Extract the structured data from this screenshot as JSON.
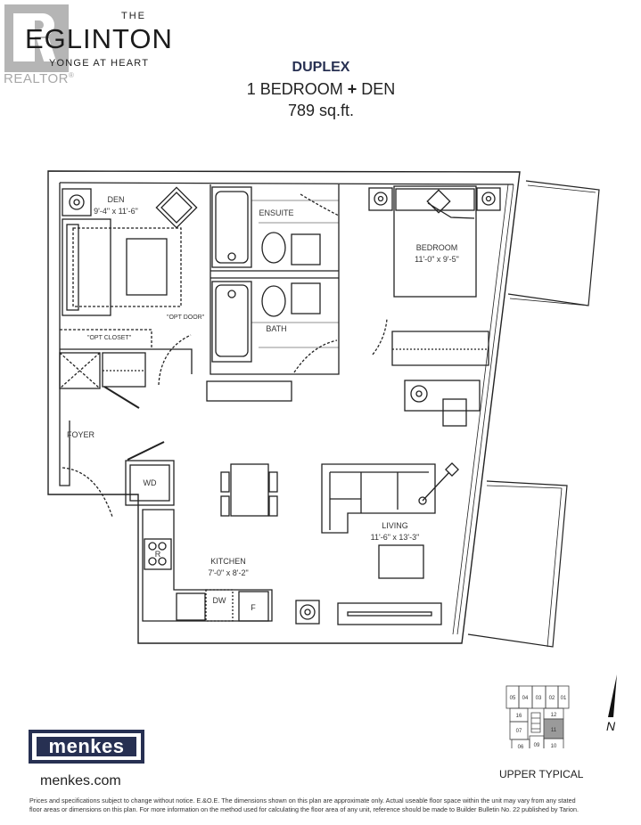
{
  "header": {
    "realtor_logo_text": "REALTOR",
    "realtor_mark": "®",
    "brand_prefix": "THE",
    "brand_name": "EGLINTON",
    "brand_tagline": "YONGE AT HEART"
  },
  "unit": {
    "type": "DUPLEX",
    "bedrooms": "1 BEDROOM",
    "plus": "+",
    "den": "DEN",
    "area": "789 sq.ft."
  },
  "rooms": {
    "den": {
      "name": "DEN",
      "size": "9'-4\" x 11'-6\""
    },
    "ensuite": {
      "name": "ENSUITE"
    },
    "bath": {
      "name": "BATH"
    },
    "bedroom": {
      "name": "BEDROOM",
      "size": "11'-0\" x 9'-5\""
    },
    "foyer": {
      "name": "FOYER"
    },
    "kitchen": {
      "name": "KITCHEN",
      "size": "7'-0\" x 8'-2\""
    },
    "living": {
      "name": "LIVING",
      "size": "11'-6\" x 13'-3\""
    }
  },
  "fixtures": {
    "washer_dryer": "WD",
    "range": "R",
    "dishwasher": "DW",
    "fridge": "F",
    "opt_door": "\"OPT DOOR\"",
    "opt_closet": "\"OPT CLOSET\""
  },
  "keyplan": {
    "label": "UPPER TYPICAL",
    "units": [
      "05",
      "04",
      "03",
      "02",
      "01",
      "16",
      "12",
      "07",
      "11",
      "06",
      "09",
      "10"
    ],
    "highlighted": "11",
    "highlight_color": "#9a9a9a"
  },
  "compass": {
    "label": "N"
  },
  "footer": {
    "developer_logo": "menkes",
    "developer_url": "menkes.com",
    "brand_color": "#273052",
    "disclaimer_line1": "Prices and specifications subject to change without notice. E.&O.E. The dimensions shown on this plan are approximate only. Actual useable floor space within the unit may vary from any stated",
    "disclaimer_line2": "floor areas or dimensions on this plan. For more information on the method used for calculating the floor area of any unit, reference should be made to Builder Bulletin No. 22 published by Tarion."
  }
}
